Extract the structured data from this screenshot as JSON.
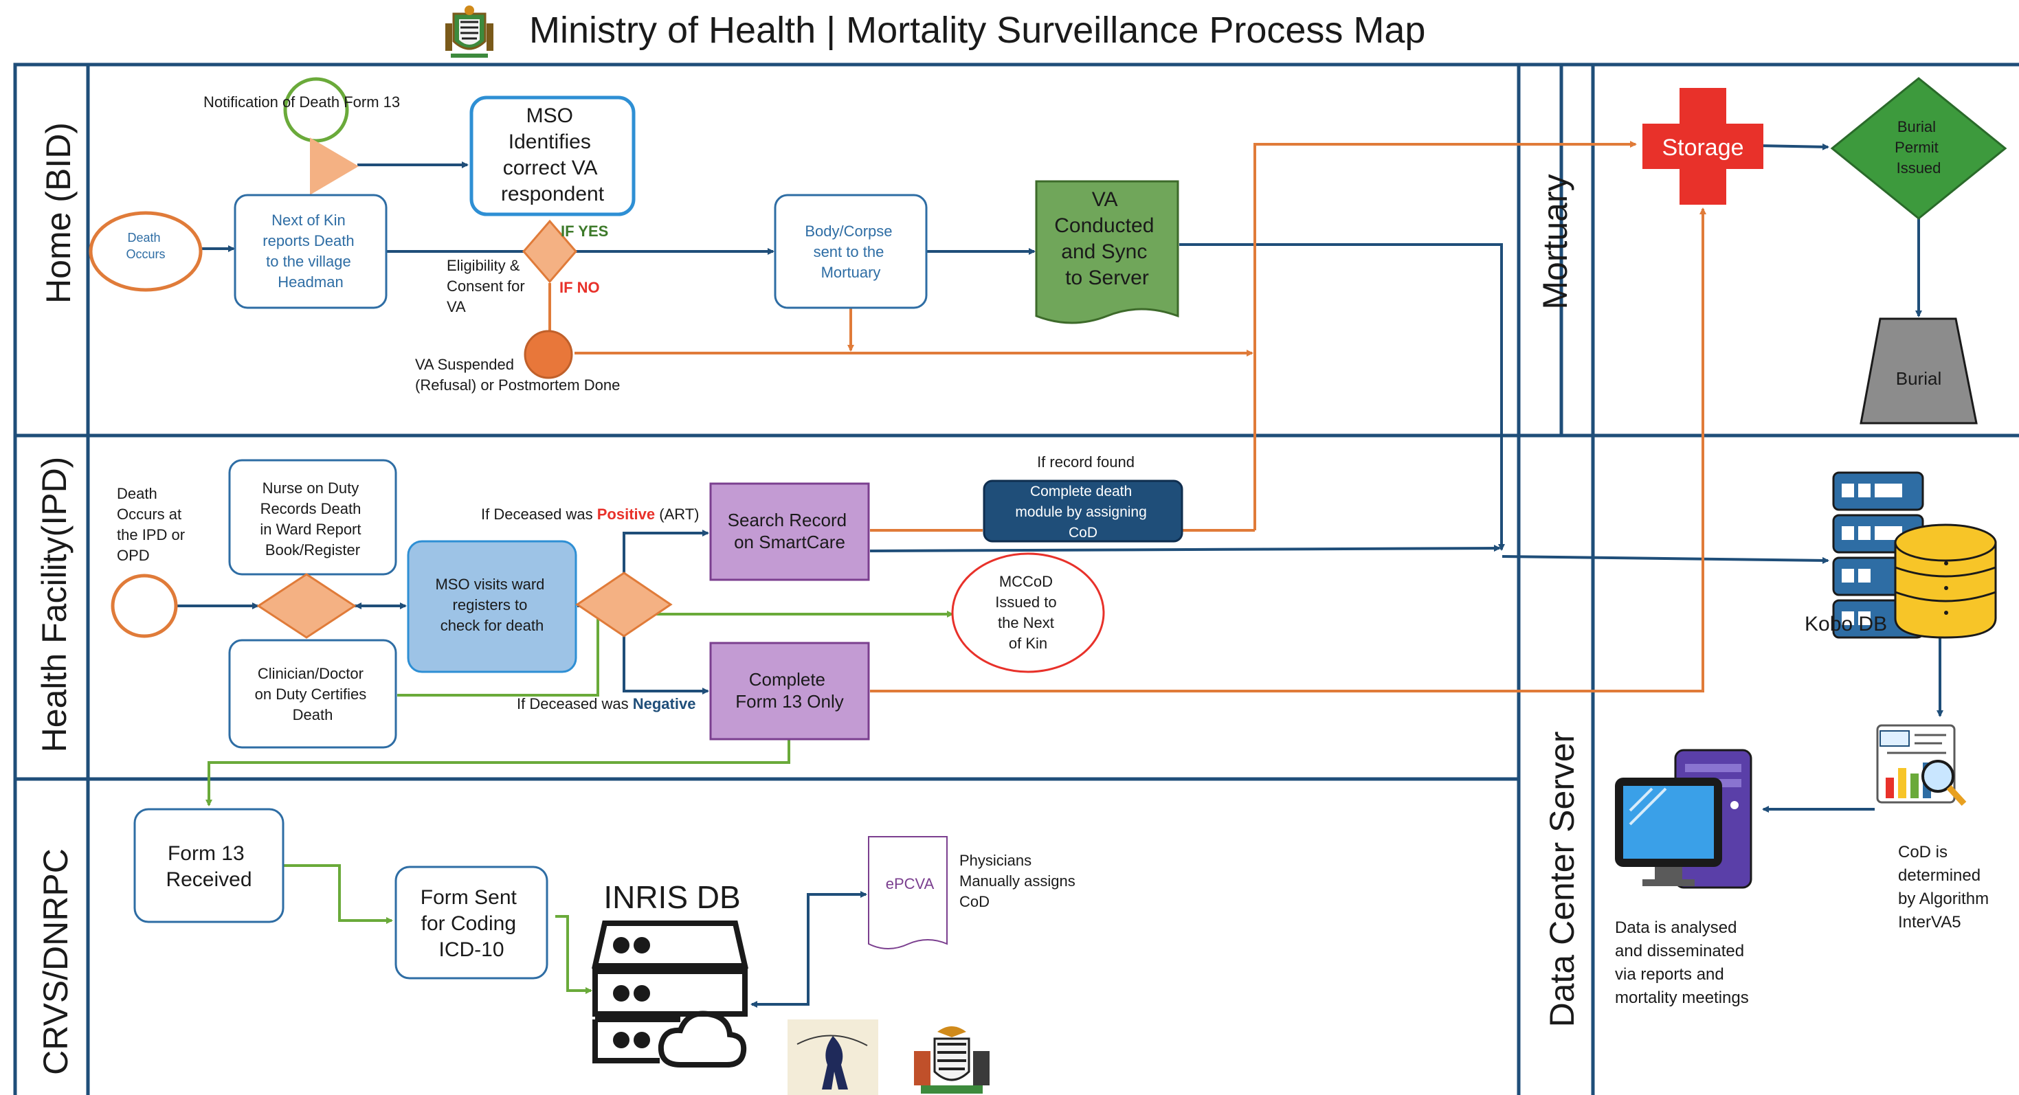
{
  "title": "Ministry of Health | Mortality Surveillance Process Map",
  "lanes": {
    "home": "Home (BID)",
    "health_facility": "Health Facility(IPD)",
    "crvs": "CRVS/DNRPC",
    "mortuary": "Mortuary",
    "data_center": "Data Center Server"
  },
  "home": {
    "death_occurs": [
      "Death",
      "Occurs"
    ],
    "notification": "Notification of Death Form 13",
    "next_of_kin": [
      "Next of Kin",
      "reports Death",
      "to the village",
      "Headman"
    ],
    "mso_identifies": [
      "MSO",
      "Identifies",
      "correct VA",
      "respondent"
    ],
    "eligibility": [
      "Eligibility &",
      "Consent for",
      "VA"
    ],
    "if_yes": "IF YES",
    "if_no": "IF NO",
    "body_sent": [
      "Body/Corpse",
      "sent to the",
      "Mortuary"
    ],
    "va_conducted": [
      "VA",
      "Conducted",
      "and Sync",
      "to Server"
    ],
    "va_suspended": [
      "VA Suspended",
      "(Refusal) or Postmortem Done"
    ]
  },
  "mortuary": {
    "storage": "Storage",
    "burial_permit": [
      "Burial",
      "Permit",
      "Issued"
    ],
    "burial": "Burial"
  },
  "facility": {
    "death_occurs": [
      "Death",
      "Occurs at",
      "the IPD or",
      "OPD"
    ],
    "nurse": [
      "Nurse on Duty",
      "Records Death",
      "in Ward Report",
      "Book/Register"
    ],
    "clinician": [
      "Clinician/Doctor",
      "on Duty Certifies",
      "Death"
    ],
    "mso_visits": [
      "MSO visits ward",
      "registers to",
      "check for death"
    ],
    "if_positive_pre": "If Deceased was ",
    "positive_word": "Positive",
    "if_positive_post": " (ART)",
    "if_negative_pre": "If Deceased was ",
    "negative_word": "Negative",
    "search_record": [
      "Search Record",
      "on SmartCare"
    ],
    "if_record_found": "If record found",
    "complete_module": [
      "Complete death",
      "module by assigning",
      "CoD"
    ],
    "mccod": [
      "MCCoD",
      "Issued to",
      "the Next",
      "of Kin"
    ],
    "complete_form13": [
      "Complete",
      "Form 13 Only"
    ]
  },
  "crvs": {
    "form13_received": [
      "Form 13",
      "Received"
    ],
    "form_sent": [
      "Form Sent",
      "for Coding",
      "ICD-10"
    ],
    "inris": "INRIS DB",
    "epcva": "ePCVA",
    "physicians": [
      "Physicians",
      "Manually assigns",
      "CoD"
    ]
  },
  "datacenter": {
    "kobo": "Kobo DB",
    "cod_determined": [
      "CoD is",
      "determined",
      " by Algorithm",
      "InterVA5"
    ],
    "data_analysed": [
      "Data is analysed",
      "and  disseminated",
      " via reports and",
      "mortality meetings"
    ]
  },
  "colors": {
    "lane_border": "#1f4e79",
    "arrow_blue": "#1f4e79",
    "arrow_orange": "#e07b39",
    "arrow_green": "#6aaa3a",
    "process_border": "#2e6da4",
    "process_text": "#2e6da4",
    "decision_fill": "#f4b183",
    "decision_stroke": "#e07b39",
    "mso_fill": "#9dc3e6",
    "purple_fill": "#c39bd3",
    "purple_stroke": "#7b3f8f",
    "va_fill": "#70a65a",
    "burial_permit_fill": "#3d9a3d",
    "storage_red": "#e8312a",
    "complete_module_fill": "#1f4e79",
    "yes_green": "#3d7a2a",
    "no_red": "#e8312a",
    "positive_red": "#e8312a",
    "negative_blue": "#1f4e79"
  }
}
